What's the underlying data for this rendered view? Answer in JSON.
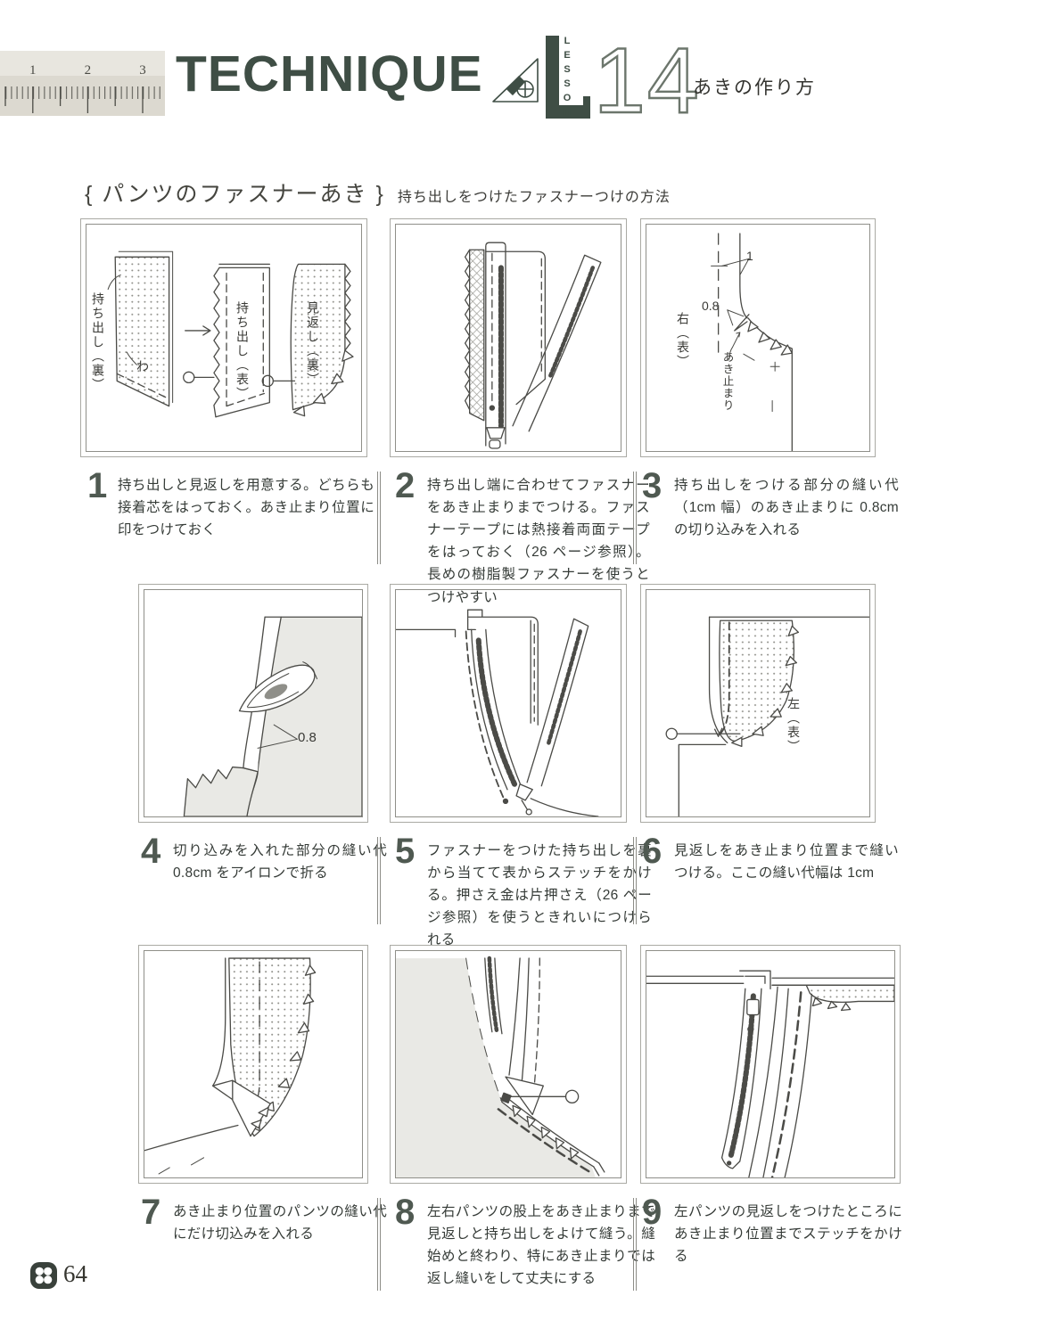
{
  "header": {
    "title": "TECHNIQUE",
    "lesson_label": "LESSON",
    "lesson_number": "14",
    "subtitle": "あきの作り方",
    "ruler_numbers": [
      "1",
      "2",
      "3"
    ],
    "accent_color": "#3f4e45"
  },
  "section": {
    "title": "{ パンツのファスナーあき }",
    "subtitle": "持ち出しをつけたファスナーつけの方法"
  },
  "steps": [
    {
      "number": "1",
      "text": "持ち出しと見返しを用意する。どちらも接着芯をはっておく。あき止まり位置に印をつけておく"
    },
    {
      "number": "2",
      "text": "持ち出し端に合わせてファスナーをあき止まりまでつける。ファスナーテープには熱接着両面テープをはっておく（26 ページ参照）。長めの樹脂製ファスナーを使うとつけやすい"
    },
    {
      "number": "3",
      "text": "持ち出しをつける部分の縫い代（1cm 幅）のあき止まりに 0.8cm の切り込みを入れる"
    },
    {
      "number": "4",
      "text": "切り込みを入れた部分の縫い代 0.8cm をアイロンで折る"
    },
    {
      "number": "5",
      "text": "ファスナーをつけた持ち出しを裏から当てて表からステッチをかける。押さえ金は片押さえ（26 ページ参照）を使うときれいにつけられる"
    },
    {
      "number": "6",
      "text": "見返しをあき止まり位置まで縫いつける。ここの縫い代幅は 1cm"
    },
    {
      "number": "7",
      "text": "あき止まり位置のパンツの縫い代にだけ切込みを入れる"
    },
    {
      "number": "8",
      "text": "左右パンツの股上をあき止まりまで見返しと持ち出しをよけて縫う。縫始めと終わり、特にあき止まりでは返し縫いをして丈夫にする"
    },
    {
      "number": "9",
      "text": "左パンツの見返しをつけたところにあき止まり位置までステッチをかける"
    }
  ],
  "panel_labels": {
    "p1_back": "持ち出し（裏）",
    "p1_fold": "わ",
    "p1_front": "持ち出し（表）",
    "p1_facing": "見返し（裏）",
    "p3_width": "1",
    "p3_clip": "0.8",
    "p3_end": "あき止まり",
    "p3_side": "右（表）",
    "p4_fold": "0.8",
    "p6_side": "左（表）"
  },
  "footer": {
    "page_number": "64"
  }
}
